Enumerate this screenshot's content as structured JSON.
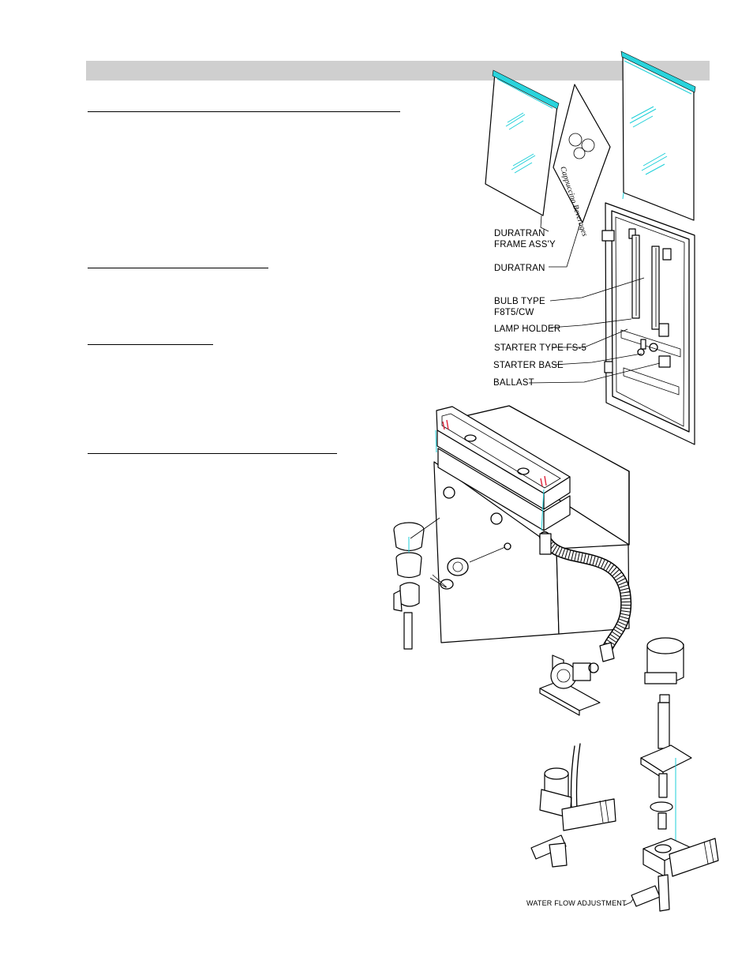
{
  "sign_text": "Cappuccino Beverages",
  "labels": {
    "duratran_frame": "DURATRAN\nFRAME ASS'Y",
    "duratran": "DURATRAN",
    "bulb_type": "BULB  TYPE\nF8T5/CW",
    "lamp_holder": "LAMP HOLDER",
    "starter_type": "STARTER TYPE FS-5",
    "starter_base": "STARTER BASE",
    "ballast": "BALLAST",
    "water_flow": "WATER FLOW  ADJUSTMENT"
  },
  "colors": {
    "header_bar": "#cfcfcf",
    "duratran_accent": "#1ccfd8",
    "tape_marks": "#e0243a"
  }
}
